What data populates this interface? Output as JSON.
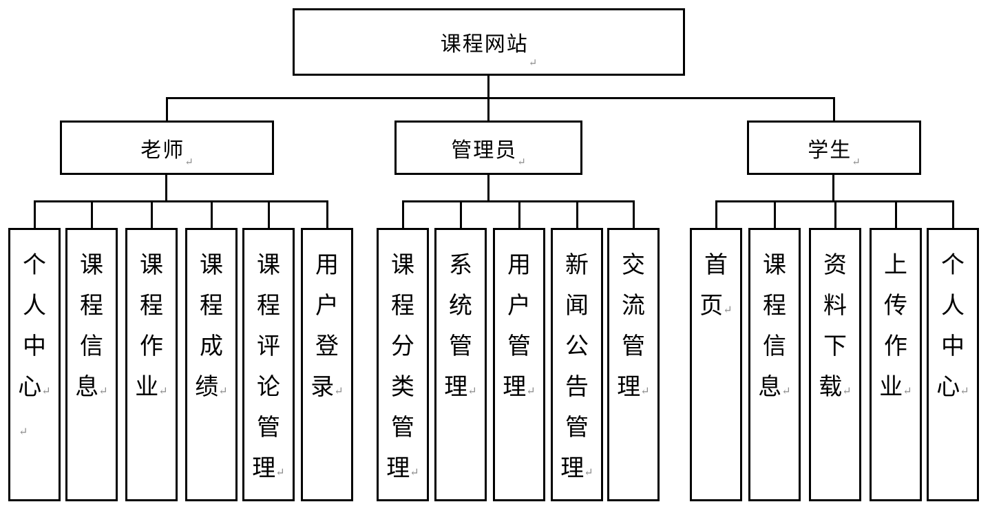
{
  "root": {
    "label": "课程网站"
  },
  "return_mark": "↵",
  "groups": [
    {
      "label": "老师",
      "children": [
        {
          "label": "个人中心"
        },
        {
          "label": "课程信息"
        },
        {
          "label": "课程作业"
        },
        {
          "label": "课程成绩"
        },
        {
          "label": "课程评论管理"
        },
        {
          "label": "用户登录"
        }
      ]
    },
    {
      "label": "管理员",
      "children": [
        {
          "label": "课程分类管理"
        },
        {
          "label": "系统管理"
        },
        {
          "label": "用户管理"
        },
        {
          "label": "新闻公告管理"
        },
        {
          "label": "交流管理"
        }
      ]
    },
    {
      "label": "学生",
      "children": [
        {
          "label": "首页"
        },
        {
          "label": "课程信息"
        },
        {
          "label": "资料下载"
        },
        {
          "label": "上传作业"
        },
        {
          "label": "个人中心"
        }
      ]
    }
  ],
  "colors": {
    "line": "#000000",
    "box_border": "#000000",
    "background": "#ffffff",
    "return_mark": "#8a8a8a"
  }
}
